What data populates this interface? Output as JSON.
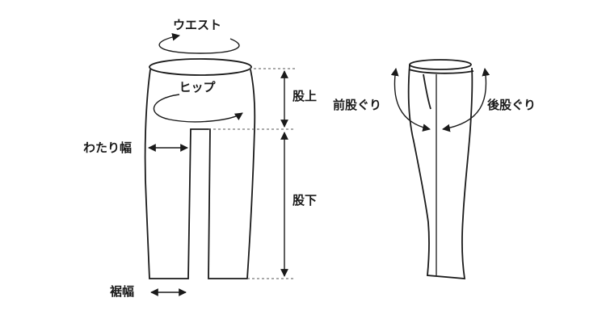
{
  "labels": {
    "waist": "ウエスト",
    "hip": "ヒップ",
    "thigh_width": "わたり幅",
    "rise": "股上",
    "inseam": "股下",
    "hem_width": "裾幅",
    "front_rise": "前股ぐり",
    "back_rise": "後股ぐり"
  },
  "colors": {
    "line": "#1a1a1a",
    "guide": "#555555",
    "background": "#ffffff"
  }
}
